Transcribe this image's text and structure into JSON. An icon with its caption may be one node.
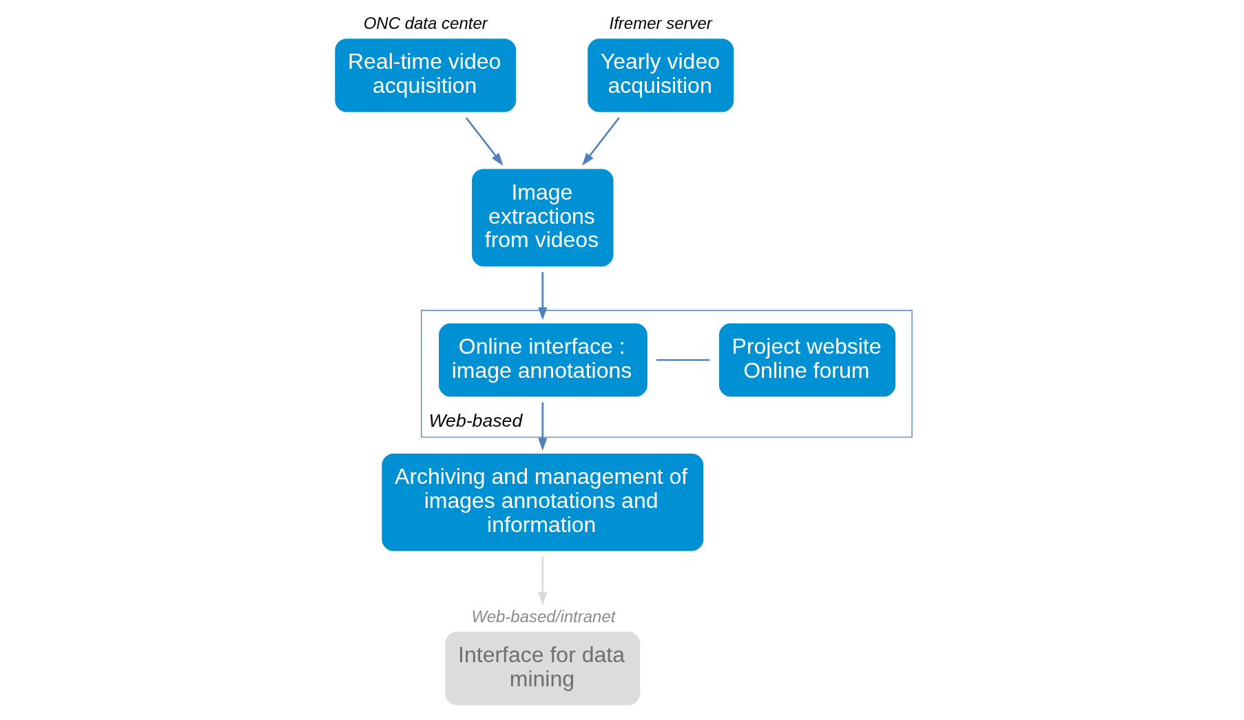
{
  "diagram": {
    "nodes": [
      {
        "text": [
          "Image extractions from videos"
        ]
      },
      {
        "text": [
          "ONC data center",
          "Real-time video acquisition"
        ]
      },
      {
        "text": [
          "Ifremer server",
          "Yearly video acquisition"
        ]
      },
      {
        "text": [
          "Web-based"
        ]
      },
      {
        "text": [
          "Online interface : image annotations"
        ],
        "in": 3
      },
      {
        "text": [
          "Project website Online forum"
        ],
        "in": 3
      },
      {
        "text": [
          "Archiving and management of images annotations and information"
        ]
      },
      {
        "text": [
          "Web-based/intranet",
          "Interface for data mining"
        ]
      }
    ],
    "edges": [
      {
        "from": 1,
        "to": 0,
        "arrow": "to"
      },
      {
        "from": 2,
        "to": 0,
        "arrow": "to"
      },
      {
        "from": 0,
        "to": 4,
        "arrow": "to"
      },
      {
        "from": 4,
        "to": 5,
        "arrow": "none"
      },
      {
        "from": 4,
        "to": 6,
        "arrow": "to"
      },
      {
        "from": 6,
        "to": 7,
        "arrow": "to",
        "color": "#d9d9d9"
      }
    ]
  }
}
